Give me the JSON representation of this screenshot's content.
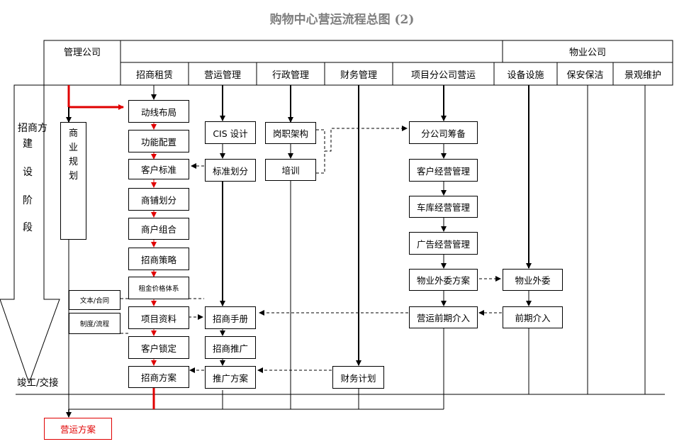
{
  "title": "购物中心营运流程总图 (2)",
  "header": {
    "management_company": "管理公司",
    "property_company": "物业公司",
    "columns": [
      "招商租赁",
      "营运管理",
      "行政管理",
      "财务管理",
      "项目分公司营运",
      "设备设施",
      "保安保洁",
      "景观维护"
    ]
  },
  "phases": {
    "construction": [
      "招",
      "商",
      "方",
      "建",
      "设",
      "阶",
      "段"
    ],
    "completion": "竣工/交接"
  },
  "nodes": {
    "commercial_planning": [
      "商",
      "业",
      "规",
      "划"
    ],
    "flow_layout": "动线布局",
    "function_config": "功能配置",
    "customer_standard": "客户标准",
    "shop_division": "商铺划分",
    "merchant_mix": "商户组合",
    "leasing_strategy": "招商策略",
    "rent_price_system": "租金价格体系",
    "project_materials": "项目资料",
    "customer_lock": "客户锁定",
    "leasing_plan": "招商方案",
    "text_contract": "文本/合同",
    "system_process": "制度/流程",
    "cis_design": "CIS 设计",
    "standard_division": "标准划分",
    "leasing_manual": "招商手册",
    "leasing_promotion": "招商推广",
    "promotion_plan": "推广方案",
    "org_structure": "岗职架构",
    "training": "培训",
    "financial_plan": "财务计划",
    "branch_prep": "分公司筹备",
    "customer_ops": "客户经营管理",
    "garage_ops": "车库经营管理",
    "ad_ops": "广告经营管理",
    "property_outsource_plan": "物业外委方案",
    "ops_early_involvement": "营运前期介入",
    "property_outsource": "物业外委",
    "early_involvement": "前期介入",
    "operations_plan": "营运方案"
  },
  "colors": {
    "accent_red": "#e00000",
    "line": "#000000",
    "title_gray": "#7f7f7f"
  }
}
